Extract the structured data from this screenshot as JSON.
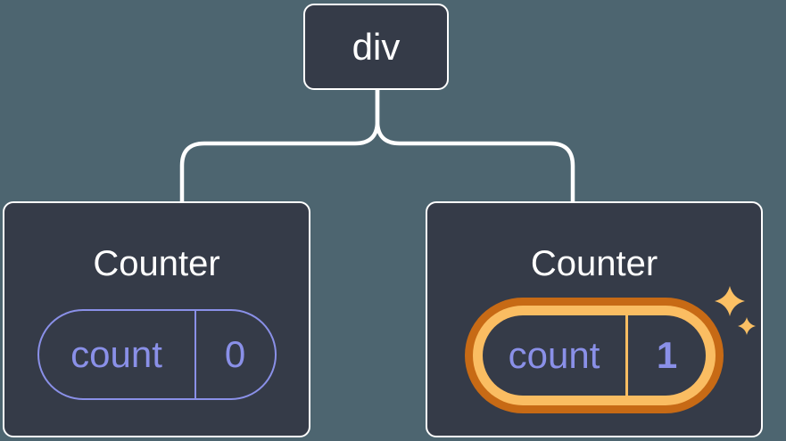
{
  "diagram": {
    "root": {
      "label": "div"
    },
    "children": [
      {
        "title": "Counter",
        "state": {
          "key": "count",
          "value": "0"
        },
        "highlighted": false
      },
      {
        "title": "Counter",
        "state": {
          "key": "count",
          "value": "1"
        },
        "highlighted": true
      }
    ]
  },
  "icons": [
    {
      "name": "sparkles-icon",
      "meaning": "state updated highlight"
    }
  ],
  "colors": {
    "page_background": "#4D6570",
    "node_background": "#353B48",
    "node_border": "#FFFFFF",
    "state_purple": "#8A90E8",
    "highlight_orange_dark": "#C76A15",
    "highlight_orange_light": "#FABD62",
    "sparkle": "#FBC064",
    "connector": "#FFFFFF"
  }
}
